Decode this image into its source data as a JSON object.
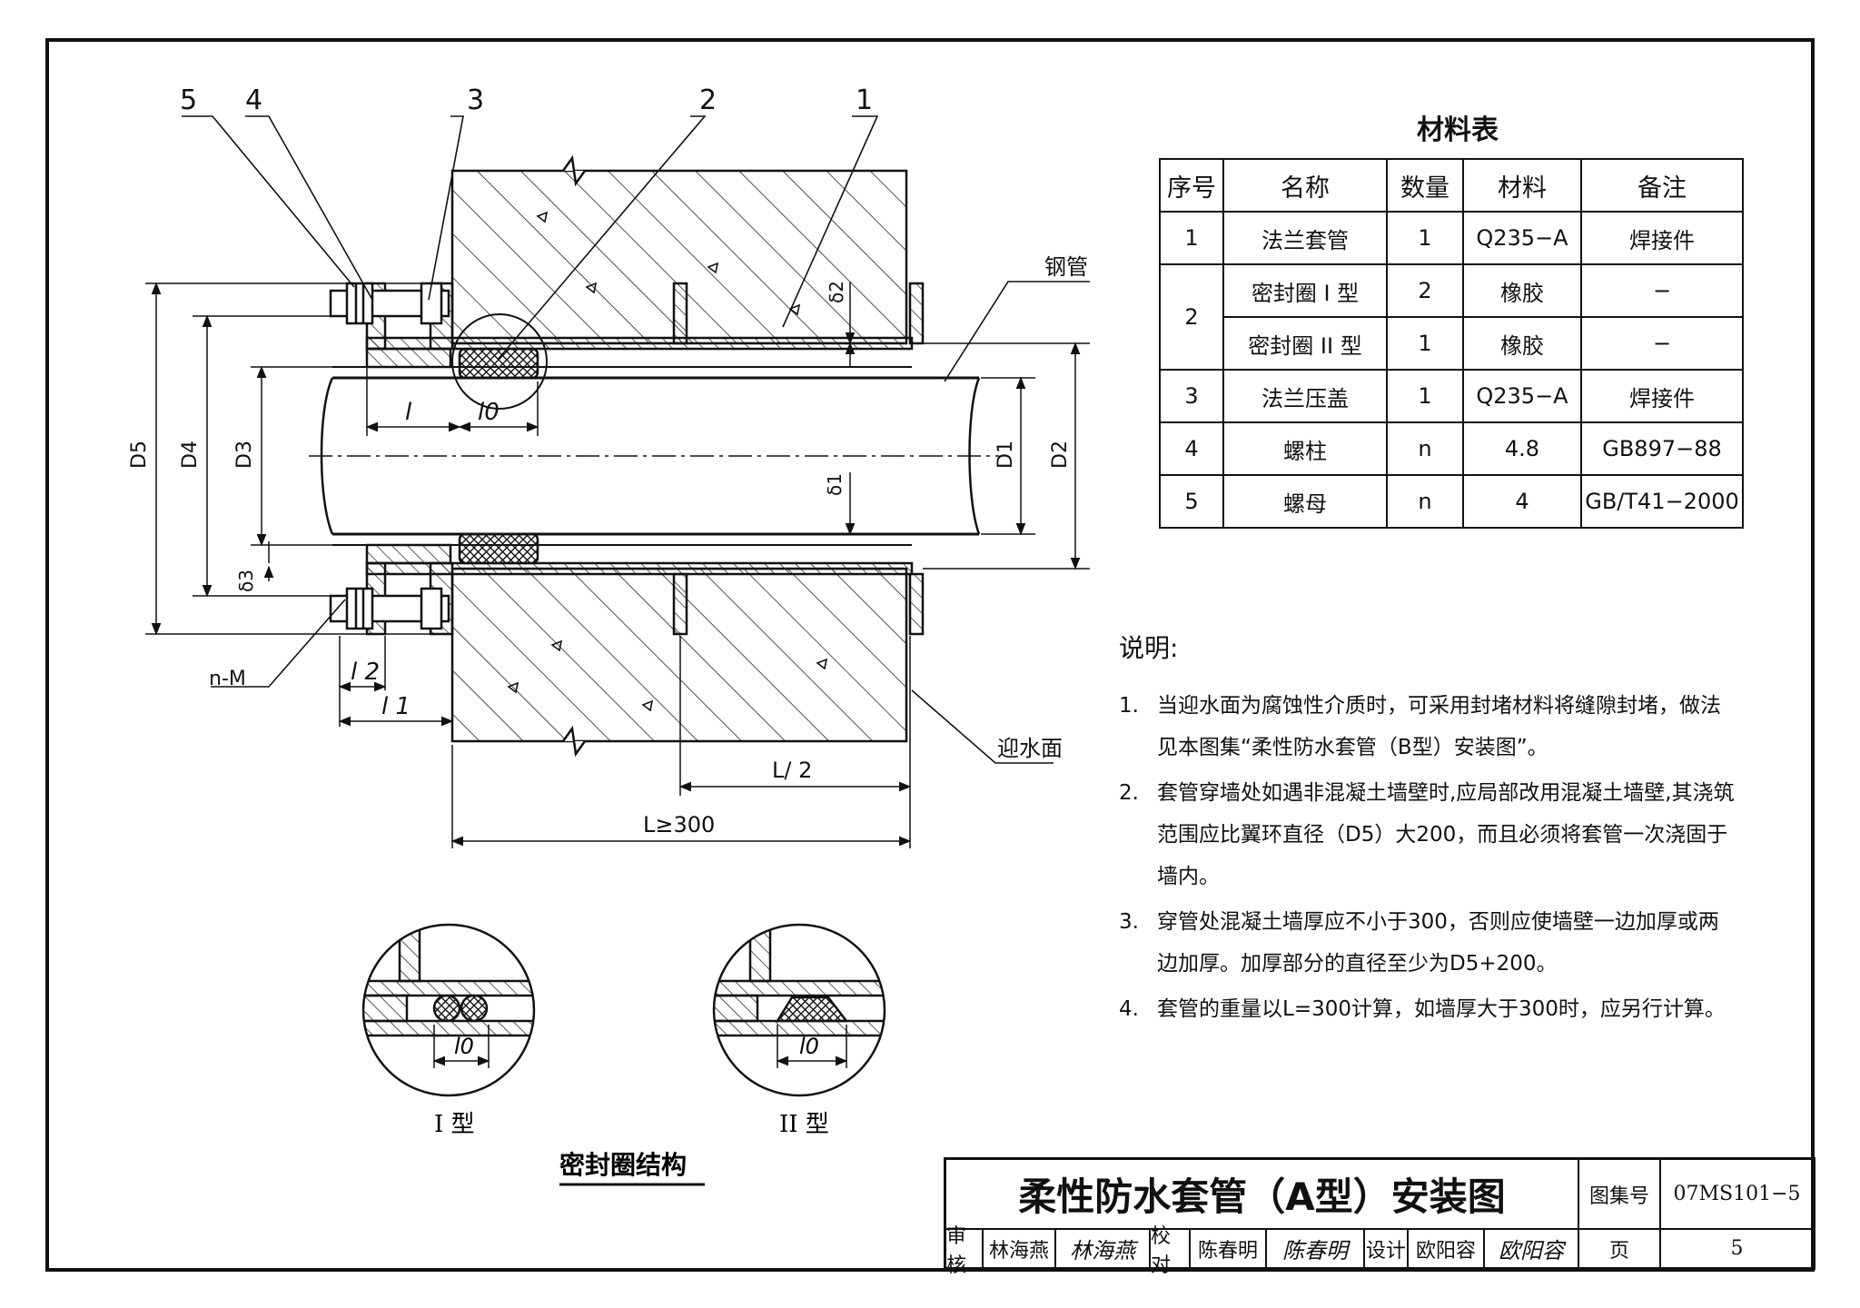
{
  "drawing": {
    "callouts": [
      "5",
      "4",
      "3",
      "2",
      "1"
    ],
    "labels": {
      "steel_pipe": "钢管",
      "water_face": "迎水面",
      "bolt_spec": "n-M",
      "d5": "D5",
      "d4": "D4",
      "d3": "D3",
      "d1": "D1",
      "d2": "D2",
      "delta1": "δ1",
      "delta2": "δ2",
      "delta3": "δ3",
      "l": "l",
      "l0": "l0",
      "l1": "l 1",
      "l2": "l 2",
      "half_l": "L/ 2",
      "l_total": "L≥300"
    },
    "detail_type1": {
      "dim": "l0",
      "label": "I 型"
    },
    "detail_type2": {
      "dim": "l0",
      "label": "II 型"
    },
    "seal_caption": "密封圈结构"
  },
  "material_table": {
    "title": "材料表",
    "headers": [
      "序号",
      "名称",
      "数量",
      "材料",
      "备注"
    ],
    "rows": [
      {
        "no": "1",
        "name": "法兰套管",
        "qty": "1",
        "material": "Q235−A",
        "note": "焊接件"
      },
      {
        "no": "2",
        "name": "密封圈 I 型",
        "qty": "2",
        "material": "橡胶",
        "note": "−"
      },
      {
        "no": "",
        "name": "密封圈 II 型",
        "qty": "1",
        "material": "橡胶",
        "note": "−"
      },
      {
        "no": "3",
        "name": "法兰压盖",
        "qty": "1",
        "material": "Q235−A",
        "note": "焊接件"
      },
      {
        "no": "4",
        "name": "螺柱",
        "qty": "n",
        "material": "4.8",
        "note": "GB897−88"
      },
      {
        "no": "5",
        "name": "螺母",
        "qty": "n",
        "material": "4",
        "note": "GB/T41−2000"
      }
    ]
  },
  "notes": {
    "heading": "说明:",
    "items": [
      {
        "no": "1.",
        "text": "当迎水面为腐蚀性介质时，可采用封堵材料将缝隙封堵，做法见本图集“柔性防水套管（B型）安装图”。"
      },
      {
        "no": "2.",
        "text": "套管穿墙处如遇非混凝土墙壁时,应局部改用混凝土墙壁,其浇筑范围应比翼环直径（D5）大200，而且必须将套管一次浇固于墙内。"
      },
      {
        "no": "3.",
        "text": "穿管处混凝土墙厚应不小于300，否则应使墙壁一边加厚或两边加厚。加厚部分的直径至少为D5+200。"
      },
      {
        "no": "4.",
        "text": "套管的重量以L=300计算，如墙厚大于300时，应另行计算。"
      }
    ]
  },
  "title_block": {
    "title": "柔性防水套管（A型）安装图",
    "atlas_label": "图集号",
    "atlas_no": "07MS101−5",
    "review_label": "审核",
    "reviewer": "林海燕",
    "review_sign": "林海燕",
    "check_label": "校对",
    "checker": "陈春明",
    "check_sign": "陈春明",
    "design_label": "设计",
    "designer": "欧阳容",
    "design_sign": "欧阳容",
    "page_label": "页",
    "page_no": "5"
  }
}
